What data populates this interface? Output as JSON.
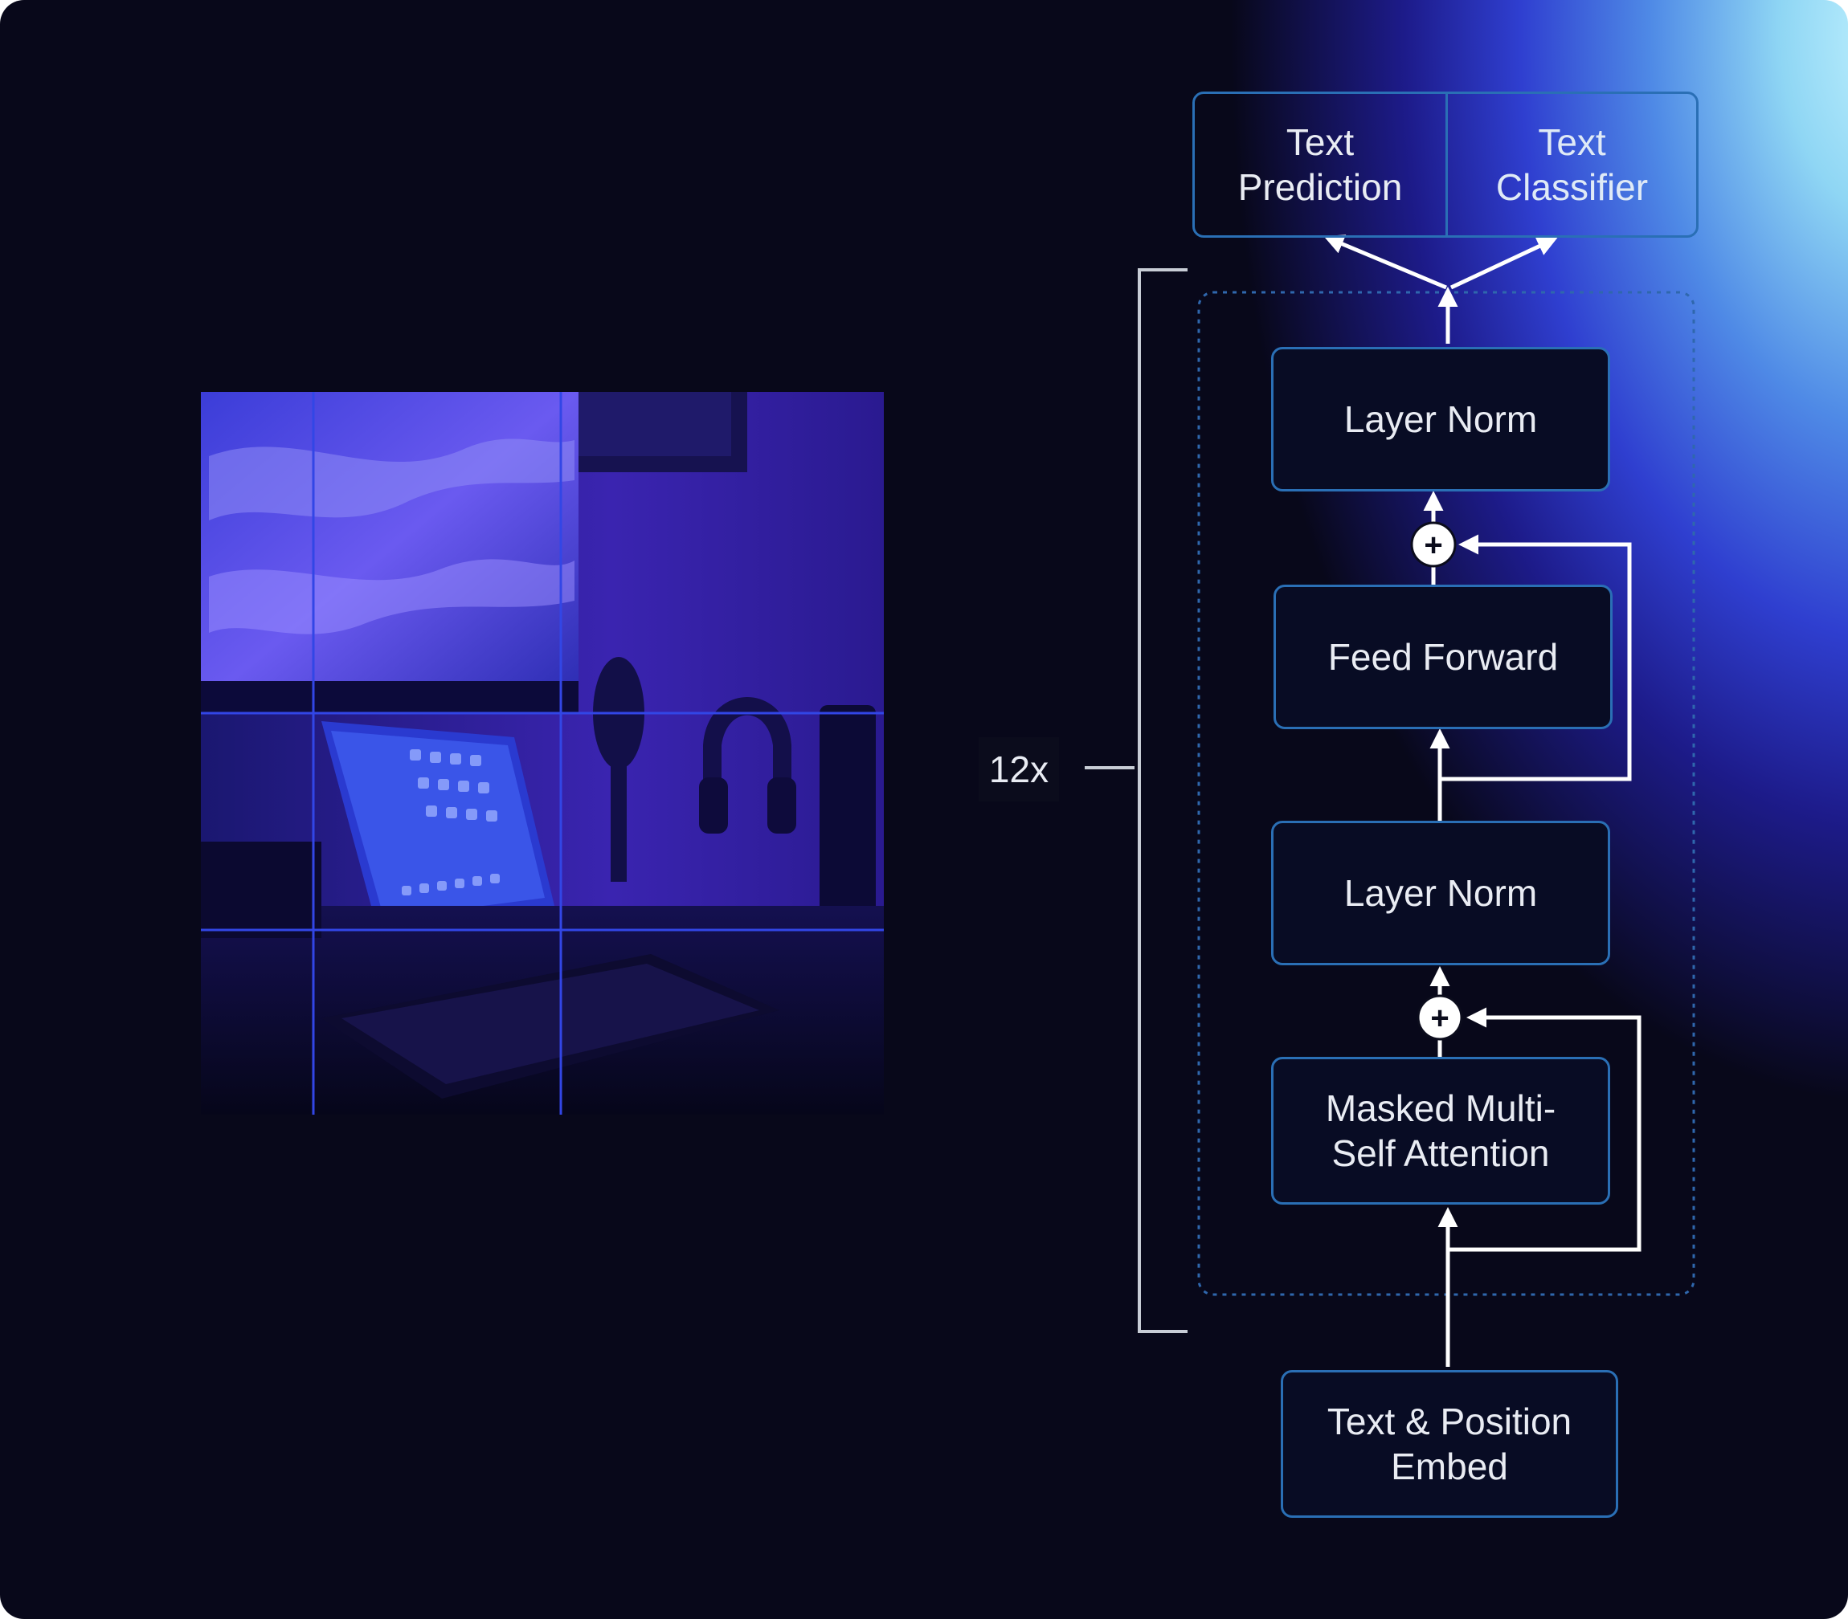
{
  "diagram": {
    "repeat_label": "12x",
    "heads": {
      "prediction": "Text\nPrediction",
      "classifier": "Text\nClassifier"
    },
    "blocks": {
      "layer_norm_top": "Layer Norm",
      "feed_forward": "Feed Forward",
      "layer_norm_bottom": "Layer Norm",
      "attention": "Masked Multi-\nSelf Attention"
    },
    "embed": "Text & Position\nEmbed",
    "add_symbol": "+"
  },
  "colors": {
    "background": "#08081a",
    "box_border": "#2a6fb5",
    "arrow": "#ffffff",
    "grid_line": "#3246e6",
    "glow": "#8fd6f4"
  }
}
